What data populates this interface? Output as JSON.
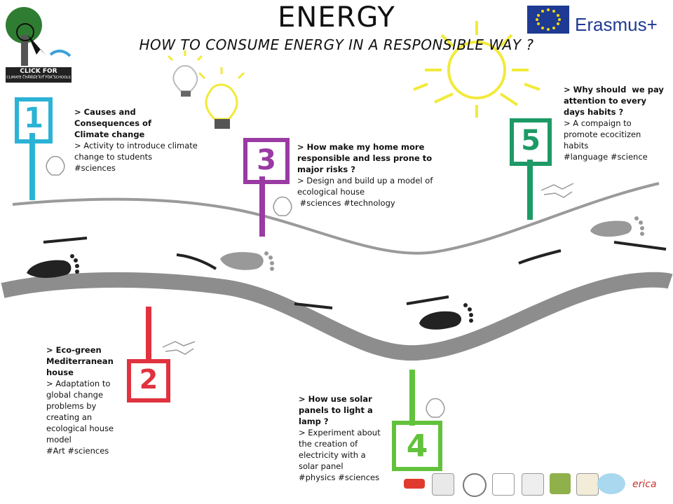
{
  "header": {
    "title": "ENERGY",
    "subtitle": "HOW TO CONSUME ENERGY IN A RESPONSIBLE WAY ?"
  },
  "logo": {
    "line1": "CLICK FOR SCHOOLS",
    "line2": "CLIMATE CHANGE KIT FOR SCHOOLS"
  },
  "erasmus": {
    "label": "Erasmus+"
  },
  "steps": [
    {
      "number": "1",
      "color": "#2bb3d6",
      "lines": [
        "> Causes and Consequences of",
        "Climate change",
        "> Activity to introduce climate",
        "change to students",
        "#sciences"
      ]
    },
    {
      "number": "2",
      "color": "#e0323f",
      "lines": [
        "> Eco-green",
        "Mediterranean",
        "house",
        "> Adaptation to",
        "global change",
        "problems by",
        "creating an",
        "ecological house",
        "model",
        "#Art #sciences"
      ]
    },
    {
      "number": "3",
      "color": "#9a3aa3",
      "lines": [
        "> How make my home more",
        "responsible and less prone to",
        "major risks ?",
        "> Design and build up a model of",
        "ecological house",
        " #sciences #technology"
      ]
    },
    {
      "number": "4",
      "color": "#62c23c",
      "lines": [
        "> How use solar",
        "panels to light a",
        "lamp ?",
        "> Experiment about",
        "the creation of",
        "electricity with a",
        "solar panel",
        "#physics #sciences"
      ]
    },
    {
      "number": "5",
      "color": "#1d9a66",
      "lines": [
        "> Why should  we pay",
        "attention to every",
        "days habits ?",
        "> A compaign to",
        "promote ecocitizen",
        "habits",
        "#language #science"
      ]
    }
  ],
  "partners": {
    "erica": "erica"
  },
  "colors": {
    "sun": "#f2ea3a",
    "road": "#888888",
    "footprint_dark": "#222222",
    "footprint_light": "#999999"
  }
}
